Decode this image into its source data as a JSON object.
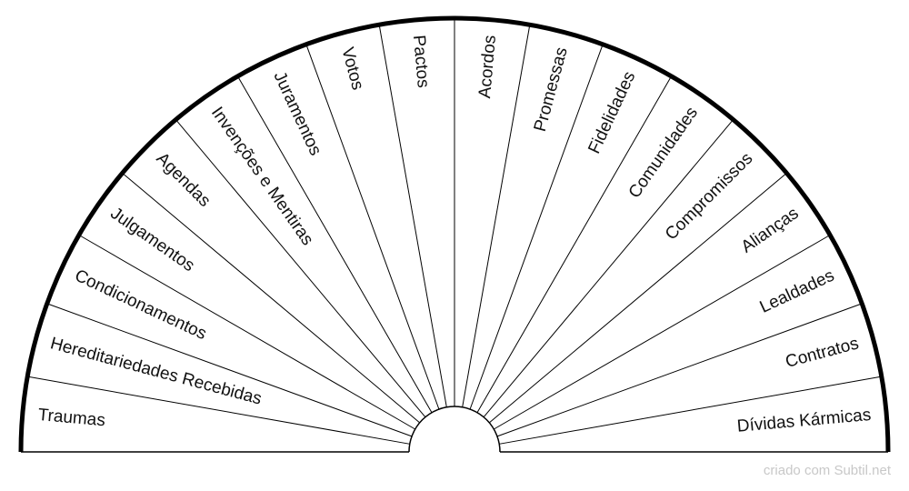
{
  "labels": [
    "Traumas",
    "Hereditariedades Recebidas",
    "Condicionamentos",
    "Julgamentos",
    "Agendas",
    "Invenções e Mentiras",
    "Juramentos",
    "Votos",
    "Pactos",
    "Acordos",
    "Promessas",
    "Fidelidades",
    "Comunidades",
    "Compromissos",
    "Alianças",
    "Lealdades",
    "Contratos",
    "Dívidas Kármicas"
  ],
  "credit": "criado com Subtil.net",
  "colors": {
    "stroke": "#000000",
    "text": "#111111",
    "credit": "#c8c8c8",
    "background": "#ffffff"
  }
}
